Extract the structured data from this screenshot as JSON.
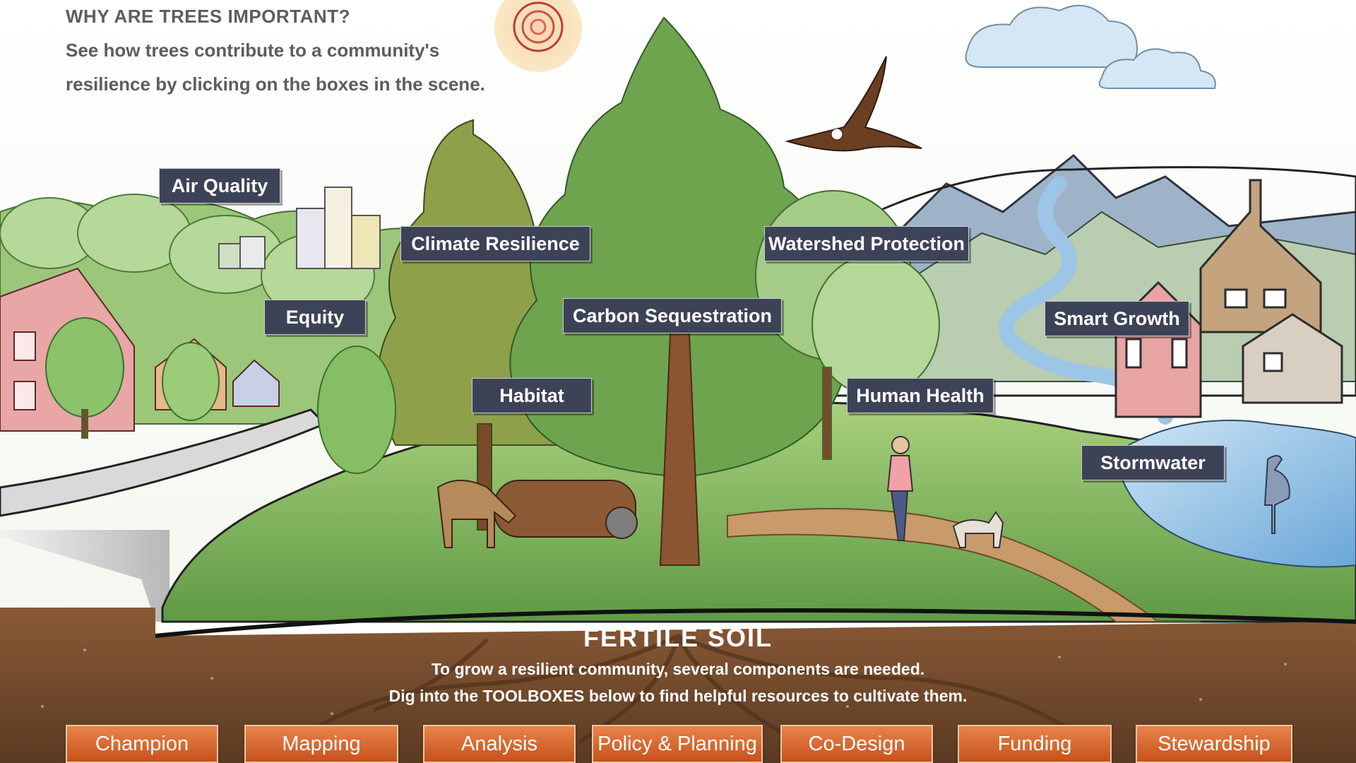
{
  "intro": {
    "title": "WHY ARE TREES IMPORTANT?",
    "text": "See how trees contribute to a community's resilience by clicking on the boxes in the scene."
  },
  "labels": {
    "air_quality": "Air Quality",
    "climate_resilience": "Climate Resilience",
    "watershed_protection": "Watershed Protection",
    "equity": "Equity",
    "carbon_sequestration": "Carbon Sequestration",
    "smart_growth": "Smart Growth",
    "habitat": "Habitat",
    "human_health": "Human Health",
    "stormwater": "Stormwater"
  },
  "soil": {
    "title": "FERTILE SOIL",
    "line1": "To grow a resilient community, several components are needed.",
    "line2": "Dig into the TOOLBOXES below to find helpful resources to cultivate them."
  },
  "toolboxes": [
    "Champion",
    "Mapping",
    "Analysis",
    "Policy & Planning",
    "Co-Design",
    "Funding",
    "Stewardship"
  ],
  "colors": {
    "label_bg": "#3d4357",
    "toolbox_orange": "#d9642a",
    "soil_brown": "#6b4428",
    "grass_green": "#7fb85a",
    "text_gray": "#5b5d61"
  }
}
